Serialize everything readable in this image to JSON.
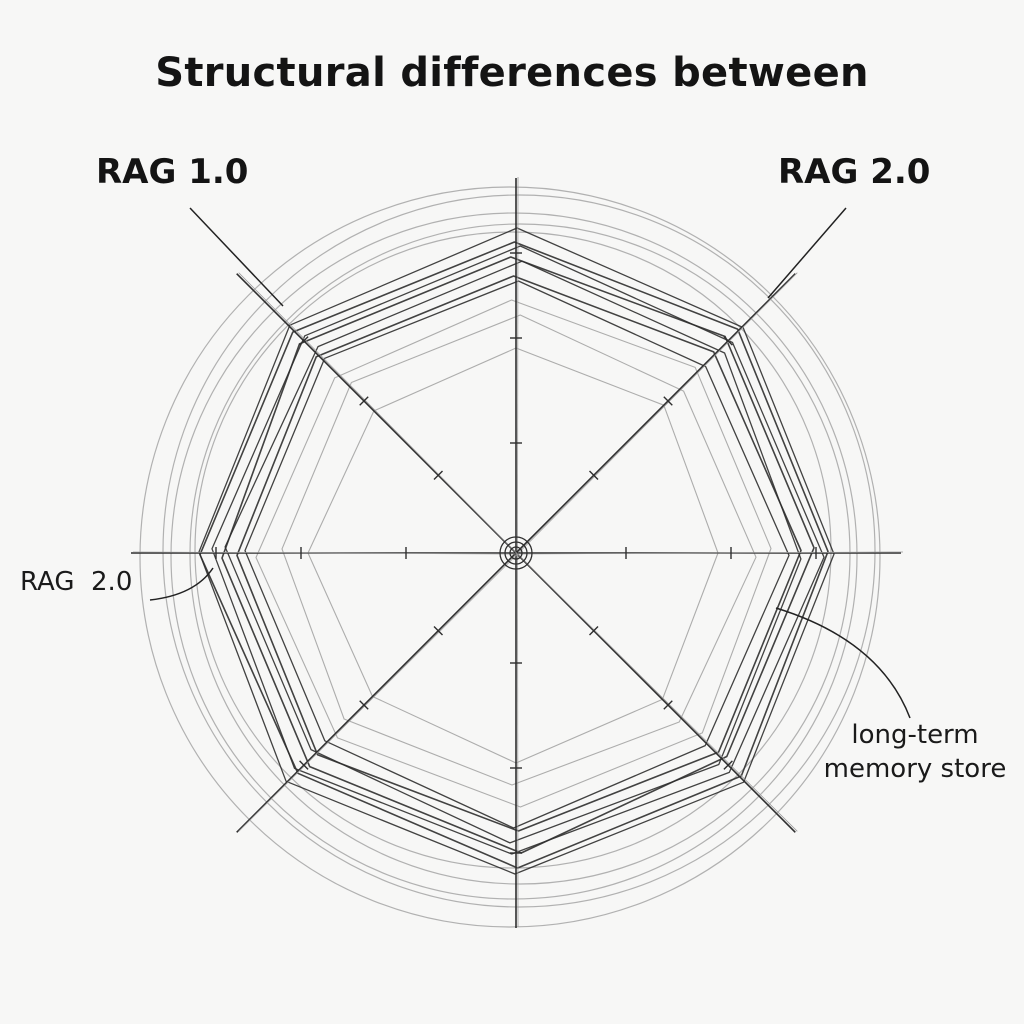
{
  "title": "Structural differences between",
  "labels": {
    "top_left": "RAG 1.0",
    "top_right": "RAG 2.0",
    "left_annotation": "RAG  2.0",
    "right_annotation_line1": "long-term",
    "right_annotation_line2": "memory store"
  },
  "colors": {
    "background": "#f7f7f6",
    "ink_dark": "#2e2e2e",
    "ink_light": "#9a9a9a"
  }
}
